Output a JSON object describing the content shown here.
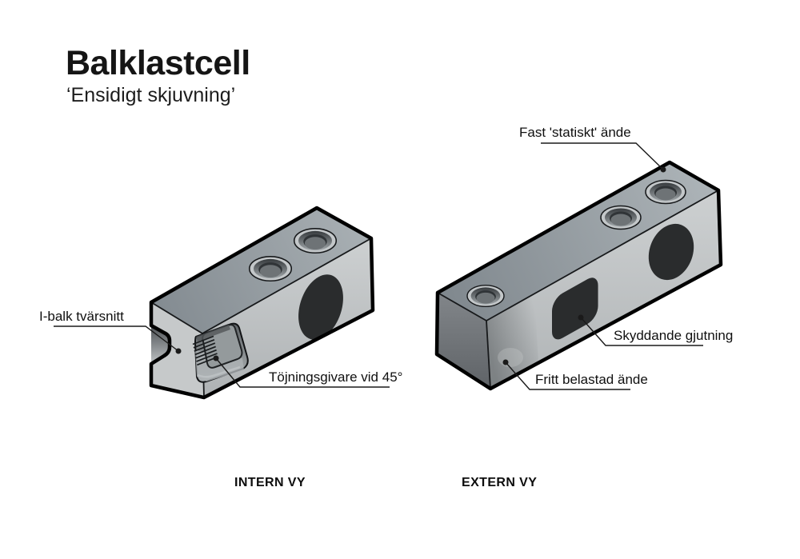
{
  "header": {
    "title": "Balklastcell",
    "subtitle": "‘Ensidigt skjuvning’"
  },
  "callouts": {
    "fixed_end": "Fast 'statiskt' ände",
    "i_beam_section": "I-balk tvärsnitt",
    "strain_gauge": "Töjningsgivare vid 45°",
    "protective_molding": "Skyddande gjutning",
    "free_end": "Fritt belastad ände"
  },
  "views": {
    "internal_caption": "INTERN VY",
    "external_caption": "EXTERN VY"
  },
  "colors": {
    "background": "#ffffff",
    "outline": "#000000",
    "leader_line": "#1a1a1a",
    "metal_top": "#8b9398",
    "metal_side": "#c2c6c7",
    "metal_end_dark": "#6d7174",
    "molding_dark": "#2a2c2d"
  }
}
